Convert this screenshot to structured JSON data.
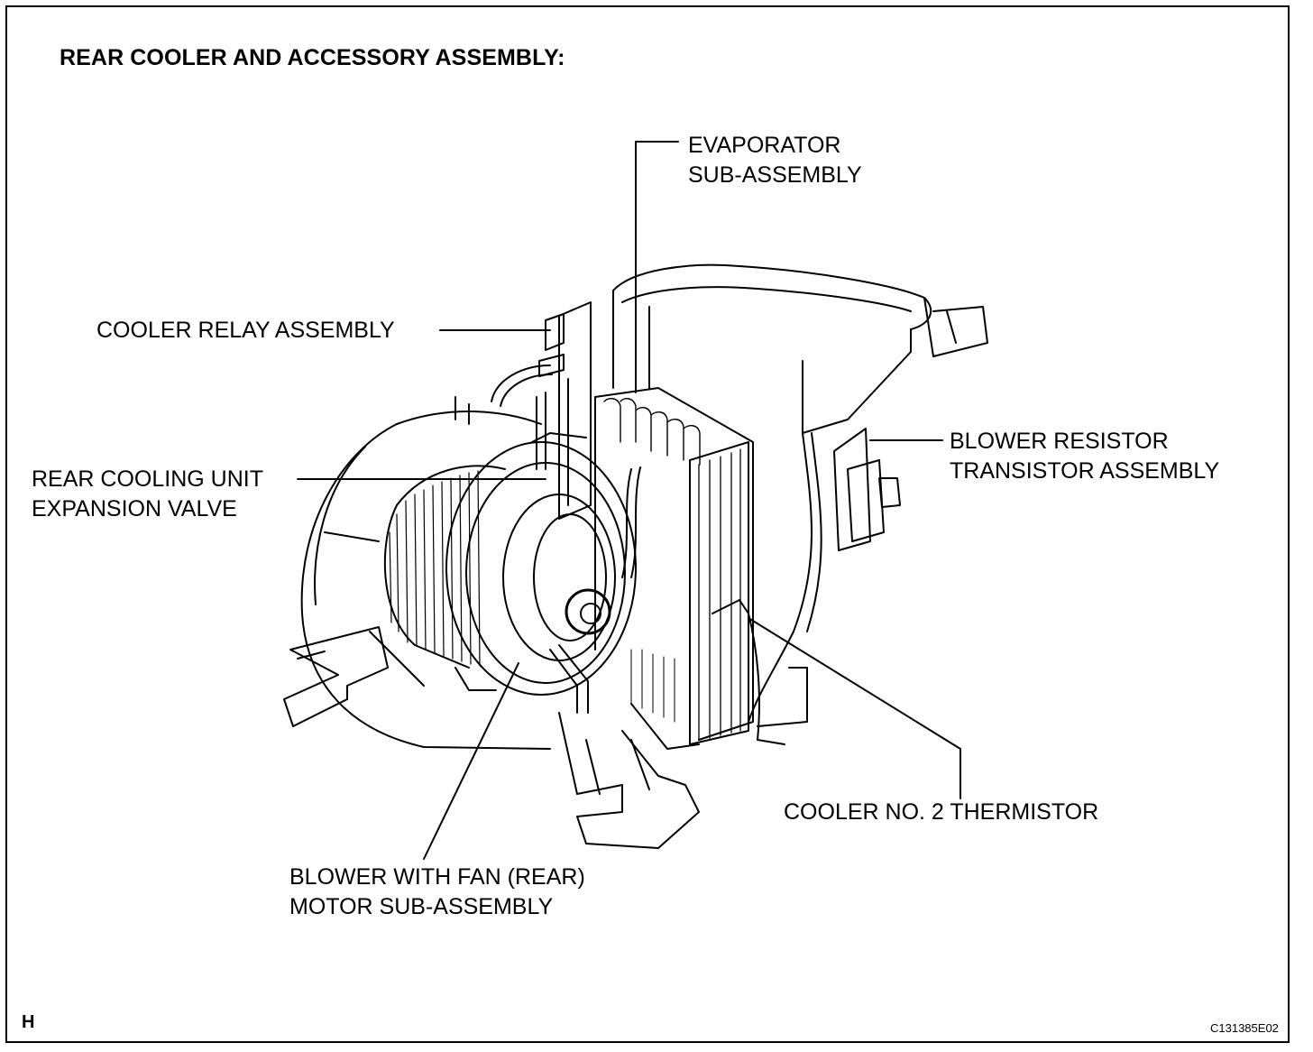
{
  "title": "REAR COOLER AND ACCESSORY ASSEMBLY:",
  "labels": {
    "evaporator": [
      "EVAPORATOR",
      "SUB-ASSEMBLY"
    ],
    "cooler_relay": [
      "COOLER RELAY ASSEMBLY"
    ],
    "expansion_valve": [
      "REAR COOLING UNIT",
      "EXPANSION VALVE"
    ],
    "blower_resistor": [
      "BLOWER RESISTOR",
      "TRANSISTOR ASSEMBLY"
    ],
    "thermistor": [
      "COOLER NO. 2 THERMISTOR"
    ],
    "blower_motor": [
      "BLOWER WITH FAN (REAR)",
      "MOTOR SUB-ASSEMBLY"
    ]
  },
  "corner_mark": "H",
  "figure_code": "C131385E02"
}
